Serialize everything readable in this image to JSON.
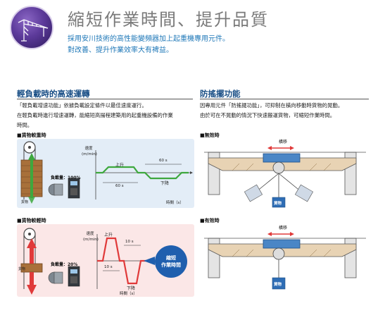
{
  "header": {
    "title": "縮短作業時間、提升品質",
    "subtitle_line1": "採用安川技術的高性能變頻器加上起重機專用元件。",
    "subtitle_line2": "對改善、提升作業效率大有裨益。"
  },
  "left": {
    "heading": "輕負載時的高速運轉",
    "body_line1": "「輕負載增速功能」依據負載設定條件以最佳速度運行。",
    "body_line2": "在輕負載時進行增速運轉，能縮短高揚程建築用的起重機設備的作業",
    "body_line3": "時間。",
    "panel1": {
      "caption": "■貨物較重時",
      "load_label": "負載量：100%",
      "cargo_label": "貨物",
      "speed_label": "速度\n(m/min)",
      "up_label": "上升",
      "down_label": "下降",
      "t1": "60 s",
      "t2": "60 s",
      "time_axis": "時間（s）"
    },
    "panel2": {
      "caption": "■貨物較輕時",
      "load_label": "負載量：20%",
      "cargo_label": "貨物",
      "speed_label": "速度\n(m/min)",
      "up_label": "上升",
      "down_label": "下降",
      "t1": "10 s",
      "t2": "10 s",
      "time_axis": "時間（s）",
      "badge_line1": "縮短",
      "badge_line2": "作業時間"
    }
  },
  "right": {
    "heading": "防搖擺功能",
    "body_line1": "因專用元件「防搖擺功能」，可抑制在橫向移動時貨物的晃動。",
    "body_line2": "由於可在不晃動的情況下快速搬運貨物，可縮短作業時間。",
    "diagram1": {
      "caption": "■無效時",
      "move_label": "橫移",
      "cargo_label": "貨物"
    },
    "diagram2": {
      "caption": "■有效時",
      "move_label": "橫移",
      "cargo_label": "貨物"
    }
  },
  "colors": {
    "heading_blue": "#1a4f86",
    "subtitle_blue": "#1f78b8",
    "graph_green": "#3ea83e",
    "graph_red": "#e03a3a",
    "badge_blue": "#1f5fae"
  }
}
